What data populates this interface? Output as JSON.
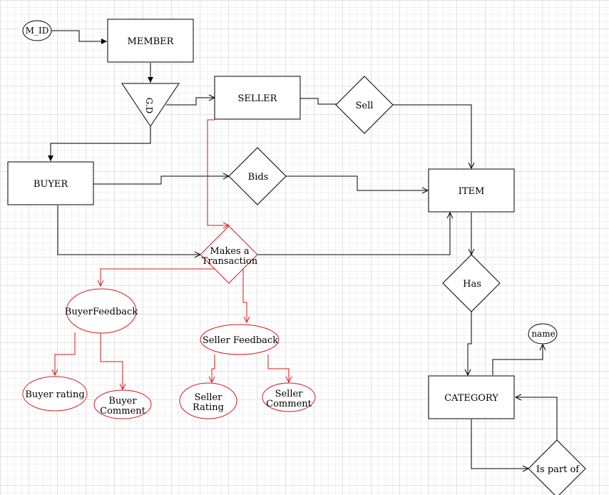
{
  "colors": {
    "line": "#000000",
    "highlight": "#d51a1a",
    "background": "#ffffff"
  },
  "entities": {
    "member": "MEMBER",
    "seller": "SELLER",
    "buyer": "BUYER",
    "item": "ITEM",
    "category": "CATEGORY"
  },
  "relationships": {
    "sell": "Sell",
    "bids": "Bids",
    "makes_transaction": [
      "Makes a",
      "Transaction"
    ],
    "has": "Has",
    "is_part_of": "Is part of"
  },
  "generalization": "G.D",
  "attributes": {
    "m_id": "M_ID",
    "name": "name",
    "buyer_feedback": "BuyerFeedback",
    "seller_feedback": "Seller Feedback",
    "buyer_rating": "Buyer rating",
    "buyer_comment": [
      "Buyer",
      "Comment"
    ],
    "seller_rating": [
      "Seller",
      "Rating"
    ],
    "seller_comment": [
      "Seller",
      "Comment"
    ]
  }
}
